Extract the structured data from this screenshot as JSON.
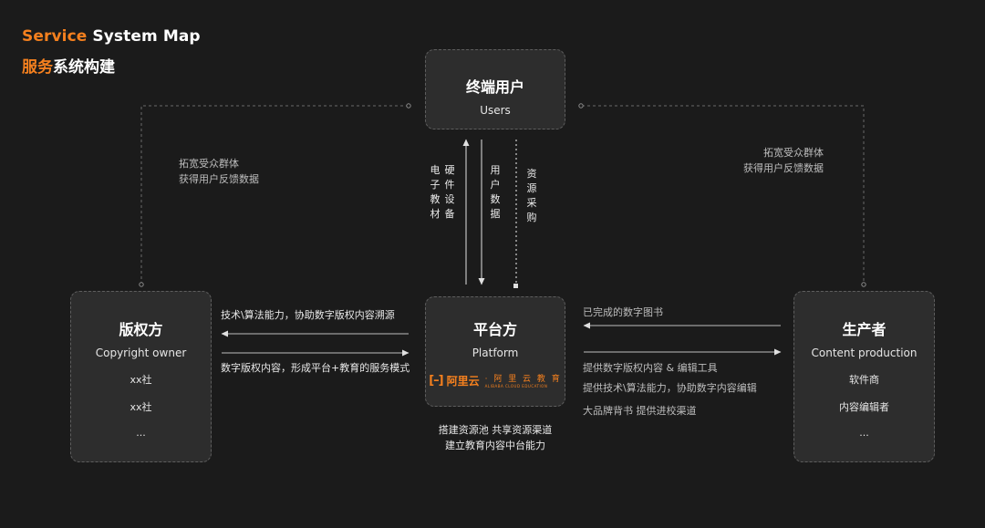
{
  "title": {
    "en_highlight": "Service",
    "en_rest": " System Map",
    "cn_highlight": "服务",
    "cn_rest": "系统构建"
  },
  "nodes": {
    "users": {
      "name": "终端用户",
      "sub": "Users"
    },
    "platform": {
      "name": "平台方",
      "sub": "Platform",
      "logo_cn": "阿里云",
      "logo_right": "· 阿 里 云 教 育",
      "logo_en": "ALIBABA CLOUD EDUCATION"
    },
    "owner": {
      "name": "版权方",
      "sub": "Copyright owner",
      "items": [
        "xx社",
        "xx社",
        "..."
      ]
    },
    "producer": {
      "name": "生产者",
      "sub": "Content production",
      "items": [
        "软件商",
        "内容编辑者",
        "..."
      ]
    }
  },
  "edges": {
    "left_top": {
      "line1": "拓宽受众群体",
      "line2": "获得用户反馈数据"
    },
    "right_top": {
      "line1": "拓宽受众群体",
      "line2": "获得用户反馈数据"
    },
    "vertical": {
      "col1": "电子教材",
      "col2": "硬件设备",
      "col3": "用户数据",
      "col4": "资源采购"
    },
    "owner_to_platform_top": "技术\\算法能力，协助数字版权内容溯源",
    "owner_to_platform_bottom": "数字版权内容，形成平台+教育的服务模式",
    "producer_top": "已完成的数字图书",
    "producer_bottom_1": "提供数字版权内容 & 编辑工具",
    "producer_bottom_2": "提供技术\\算法能力，协助数字内容编辑",
    "producer_bottom_3": "大品牌背书 提供进校渠道",
    "platform_below_1": "搭建资源池 共享资源渠道",
    "platform_below_2": "建立教育内容中台能力"
  },
  "colors": {
    "accent": "#f5801e",
    "background": "#1b1b1b",
    "box": "#2d2d2d"
  }
}
